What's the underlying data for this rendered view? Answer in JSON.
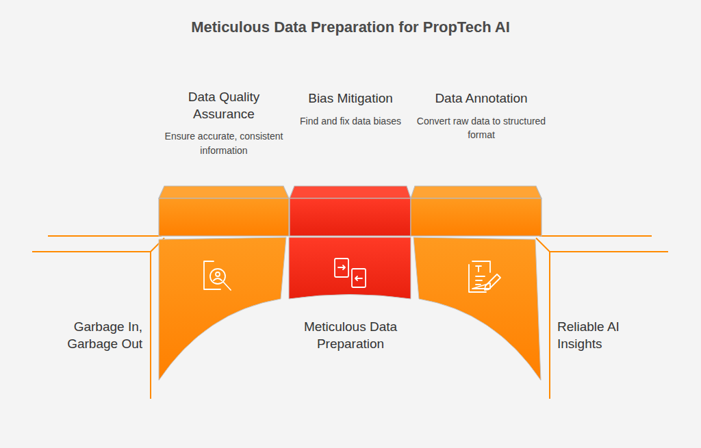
{
  "diagram": {
    "title": "Meticulous Data Preparation for PropTech AI",
    "nodes": [
      {
        "text": [
          "Data Quality Assurance",
          "Ensure accurate, consistent information"
        ]
      },
      {
        "text": [
          "Bias Mitigation",
          "Find and fix data biases"
        ]
      },
      {
        "text": [
          "Data Annotation",
          "Convert raw data to structured format"
        ]
      }
    ],
    "labels": [
      "Garbage In, Garbage Out",
      "Meticulous Data Preparation",
      "Reliable AI Insights"
    ]
  }
}
